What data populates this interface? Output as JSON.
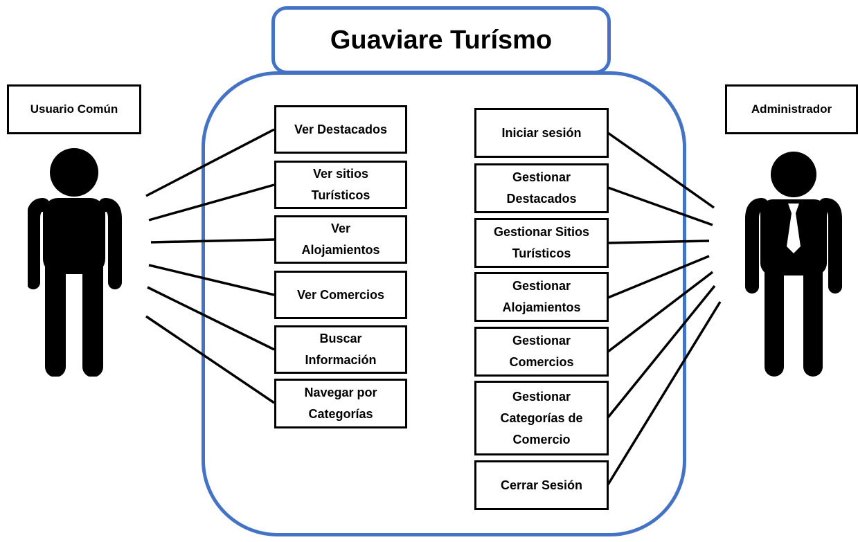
{
  "title": "Guaviare Turísmo",
  "actors": {
    "user": {
      "label": "Usuario Común"
    },
    "admin": {
      "label": "Administrador"
    }
  },
  "user_use_cases": [
    "Ver Destacados",
    "Ver sitios\nTurísticos",
    "Ver\nAlojamientos",
    "Ver Comercios",
    "Buscar\nInformación",
    "Navegar por\nCategorías"
  ],
  "admin_use_cases": [
    "Iniciar sesión",
    "Gestionar\nDestacados",
    "Gestionar Sitios\nTurísticos",
    "Gestionar\nAlojamientos",
    "Gestionar\nComercios",
    "Gestionar\nCategorías de\nComercio",
    "Cerrar Sesión"
  ],
  "colors": {
    "boundary": "#4472c4",
    "stroke": "#000000"
  }
}
